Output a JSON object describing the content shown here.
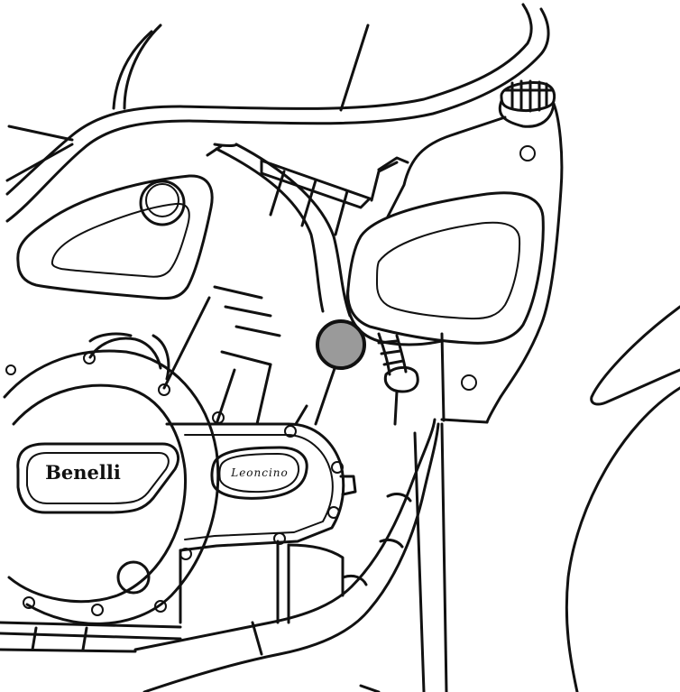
{
  "diagram": {
    "brand_logo_text": "Benelli",
    "model_logo_text": "Leoncino",
    "colors": {
      "line": "#111111",
      "background": "#ffffff",
      "highlight_marker": "#9a9a9a"
    },
    "highlight": {
      "shape": "circle",
      "marks": "mounting-bolt-location"
    }
  }
}
